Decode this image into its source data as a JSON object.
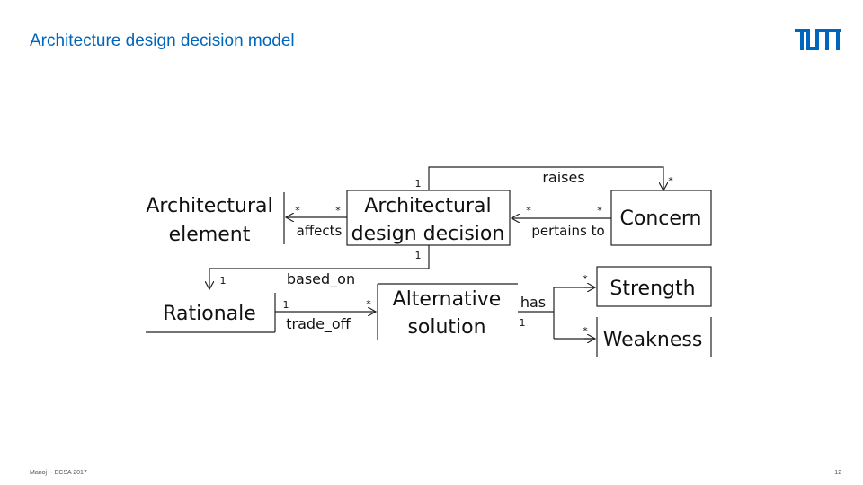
{
  "slide": {
    "title": "Architecture design decision model",
    "footer_left": "Manoj -- ECSA 2017",
    "page_number": "12",
    "brand_color": "#0065bd"
  },
  "diagram": {
    "nodes": {
      "architectural_element": [
        "Architectural",
        "element"
      ],
      "design_decision": [
        "Architectural",
        "design decision"
      ],
      "concern": [
        "Concern"
      ],
      "rationale": [
        "Rationale"
      ],
      "alternative_solution": [
        "Alternative",
        "solution"
      ],
      "strength": [
        "Strength"
      ],
      "weakness": [
        "Weakness"
      ]
    },
    "edges": {
      "raises": "raises",
      "affects": "affects",
      "pertains_to": "pertains to",
      "based_on": "based_on",
      "trade_off": "trade_off",
      "has": "has"
    },
    "multiplicities": {
      "raises_decision": "1",
      "raises_concern": "*",
      "affects_element": "*",
      "affects_decision": "*",
      "pertains_decision": "*",
      "pertains_concern": "*",
      "based_on_decision": "1",
      "based_on_rationale": "1",
      "trade_off_rationale": "1",
      "trade_off_alternative": "*",
      "has_alternative": "1",
      "has_strength": "*",
      "has_weakness": "*"
    }
  }
}
